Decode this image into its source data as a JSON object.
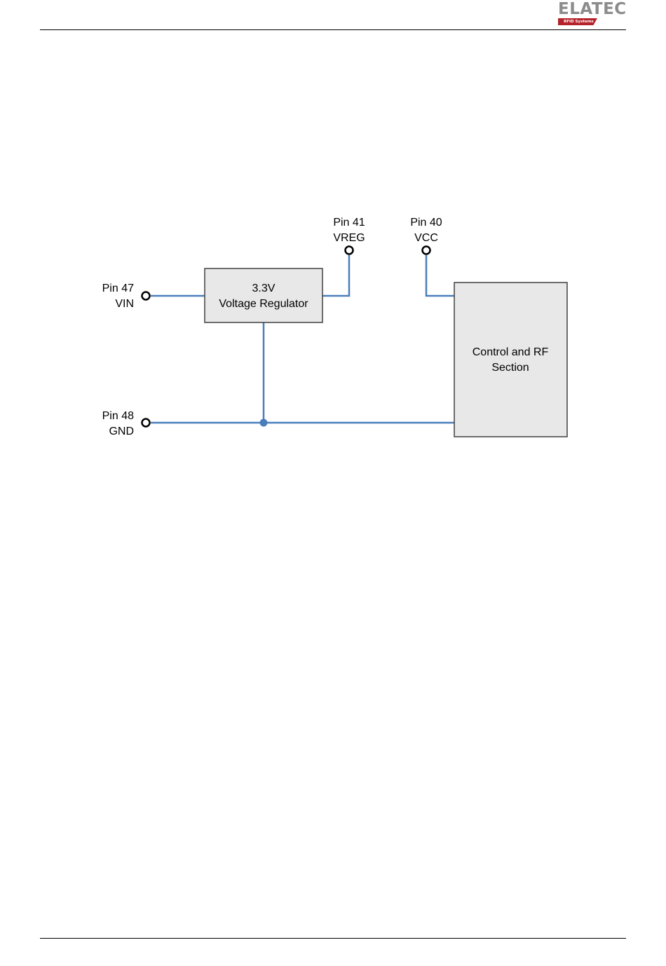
{
  "header": {
    "logo_text": "ELATEC",
    "logo_tagline": "RFID Systems"
  },
  "colors": {
    "wire": "#4a7ebb",
    "box_fill": "#e8e8e8",
    "box_stroke": "#404040",
    "logo_gray": "#8c8c8c",
    "logo_red": "#b4232b"
  },
  "diagram": {
    "pins": {
      "vin": {
        "pin": "Pin 47",
        "name": "VIN"
      },
      "gnd": {
        "pin": "Pin 48",
        "name": "GND"
      },
      "vreg": {
        "pin": "Pin 41",
        "name": "VREG"
      },
      "vcc": {
        "pin": "Pin 40",
        "name": "VCC"
      }
    },
    "regulator": {
      "line1": "3.3V",
      "line2": "Voltage Regulator"
    },
    "control": {
      "line1": "Control and RF",
      "line2": "Section"
    }
  }
}
